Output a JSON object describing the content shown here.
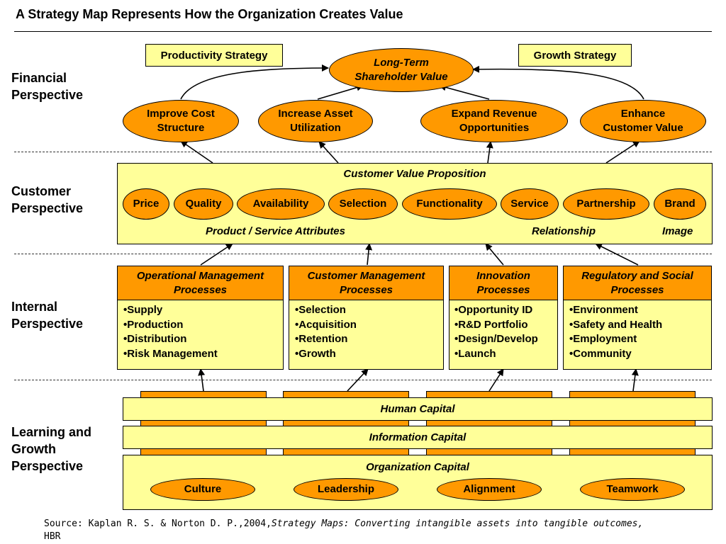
{
  "title": "A Strategy Map Represents How the Organization Creates Value",
  "perspectives": {
    "financial": [
      "Financial",
      "Perspective"
    ],
    "customer": [
      "Customer",
      "Perspective"
    ],
    "internal": [
      "Internal",
      "Perspective"
    ],
    "learning": [
      "Learning and",
      "Growth",
      "Perspective"
    ]
  },
  "financial": {
    "productivity_strategy": "Productivity Strategy",
    "growth_strategy": "Growth Strategy",
    "top_goal": [
      "Long-Term",
      "Shareholder Value"
    ],
    "objectives": [
      [
        "Improve Cost",
        "Structure"
      ],
      [
        "Increase Asset",
        "Utilization"
      ],
      [
        "Expand Revenue",
        "Opportunities"
      ],
      [
        "Enhance",
        "Customer Value"
      ]
    ]
  },
  "customer": {
    "heading": "Customer Value Proposition",
    "attributes": [
      "Price",
      "Quality",
      "Availability",
      "Selection",
      "Functionality",
      "Service",
      "Partnership",
      "Brand"
    ],
    "group_labels": {
      "product": "Product / Service Attributes",
      "relationship": "Relationship",
      "image": "Image"
    }
  },
  "internal": {
    "processes": [
      {
        "title": [
          "Operational Management",
          "Processes"
        ],
        "items": [
          "•Supply",
          "•Production",
          "•Distribution",
          "•Risk Management"
        ]
      },
      {
        "title": [
          "Customer Management",
          "Processes"
        ],
        "items": [
          "•Selection",
          "•Acquisition",
          "•Retention",
          "•Growth"
        ]
      },
      {
        "title": [
          "Innovation",
          "Processes"
        ],
        "items": [
          "•Opportunity ID",
          "•R&D Portfolio",
          "•Design/Develop",
          "•Launch"
        ]
      },
      {
        "title": [
          "Regulatory and Social",
          "Processes"
        ],
        "items": [
          "•Environment",
          "•Safety and Health",
          "•Employment",
          "•Community"
        ]
      }
    ]
  },
  "learning": {
    "human_capital": "Human Capital",
    "information_capital": "Information Capital",
    "organization_capital": "Organization Capital",
    "organization_items": [
      "Culture",
      "Leadership",
      "Alignment",
      "Teamwork"
    ]
  },
  "source": {
    "prefix": "Source: Kaplan R. S. & Norton D. P.,2004,",
    "italic": "Strategy Maps: Converting intangible assets into tangible outcomes,",
    "suffix": "HBR"
  },
  "colors": {
    "orange": "#ff9900",
    "light_yellow": "#ffff99"
  }
}
